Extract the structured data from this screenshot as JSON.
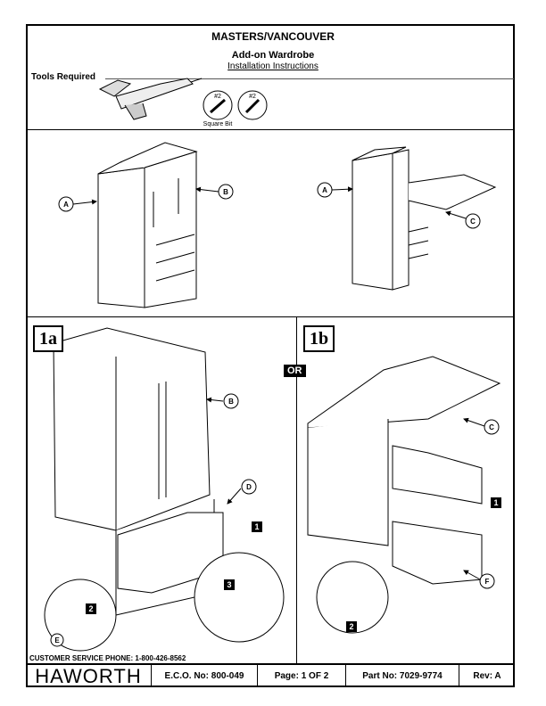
{
  "header": {
    "brand_line": "MASTERS/VANCOUVER",
    "product": "Add-on Wardrobe",
    "doc_type": "Installation Instructions"
  },
  "tools": {
    "label": "Tools Required",
    "bit1": "#2",
    "bit2": "#2",
    "bit1_caption": "Square Bit"
  },
  "callouts": {
    "a1": "A",
    "b1": "B",
    "a2": "A",
    "c1": "C",
    "b2": "B",
    "d": "D",
    "e": "E",
    "c2": "C",
    "f": "F",
    "arrow1a": "1",
    "arrow2a": "2",
    "arrow3a": "3",
    "arrow1b": "1",
    "arrow2b": "2"
  },
  "steps": {
    "s1a": "1a",
    "s1b": "1b",
    "or": "OR"
  },
  "footer": {
    "phone": "CUSTOMER SERVICE PHONE: 1-800-426-8562",
    "logo": "HAWORTH",
    "eco": "E.C.O. No:  800-049",
    "page": "Page:  1 OF 2",
    "part": "Part No:  7029-9774",
    "rev": "Rev:  A"
  }
}
